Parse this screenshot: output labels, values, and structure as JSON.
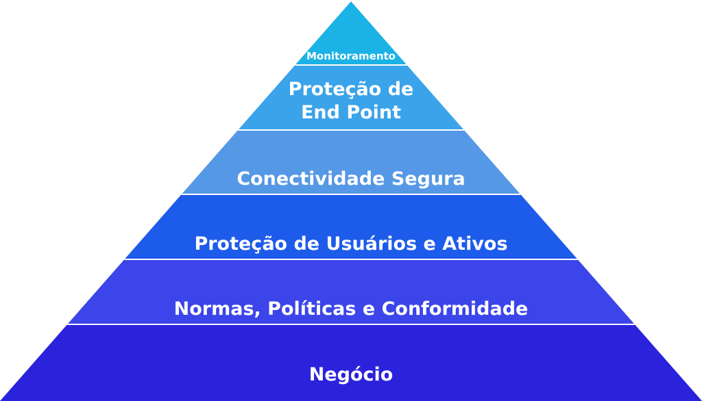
{
  "diagram": {
    "type": "pyramid",
    "layers_top_to_bottom": [
      {
        "id": "monitoramento",
        "lines": [
          "Monitoramento"
        ],
        "color": "#1bb2e6"
      },
      {
        "id": "protecao-end-point",
        "lines": [
          "Proteção de",
          "End Point"
        ],
        "color": "#3aa3ea"
      },
      {
        "id": "conectividade-segura",
        "lines": [
          "Conectividade Segura"
        ],
        "color": "#5598e6"
      },
      {
        "id": "protecao-usuarios-ativos",
        "lines": [
          "Proteção de Usuários e Ativos"
        ],
        "color": "#1d5bea"
      },
      {
        "id": "normas-politicas-conformidade",
        "lines": [
          "Normas, Políticas e Conformidade"
        ],
        "color": "#3b45ea"
      },
      {
        "id": "negocio",
        "lines": [
          "Negócio"
        ],
        "color": "#2b22dc"
      }
    ]
  }
}
